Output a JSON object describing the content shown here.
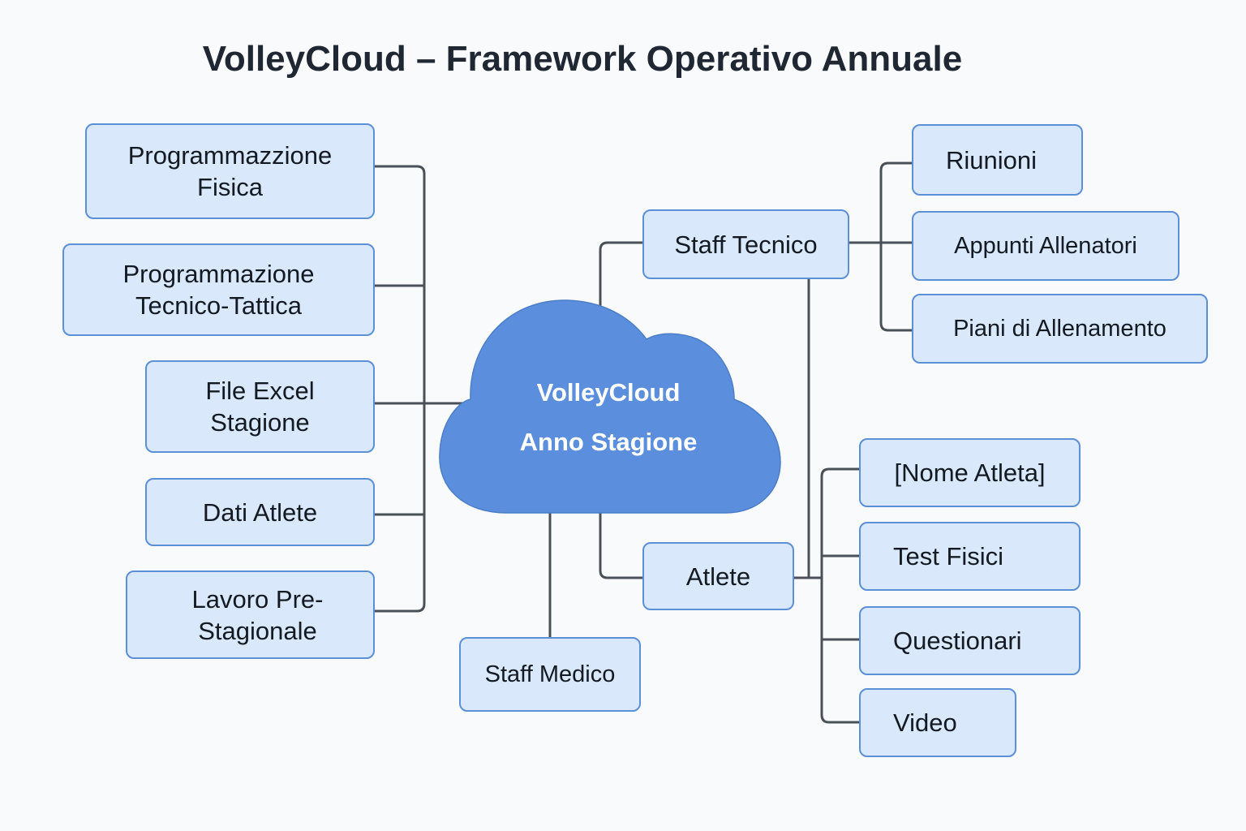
{
  "title": "VolleyCloud – Framework Operativo Annuale",
  "center": {
    "line1": "VolleyCloud",
    "line2": "Anno Stagione",
    "color": "#5b8fdd"
  },
  "left_nodes": [
    {
      "line1": "Programmazzione",
      "line2": "Fisica"
    },
    {
      "line1": "Programmazione",
      "line2": "Tecnico-Tattica"
    },
    {
      "line1": "File Excel",
      "line2": "Stagione"
    },
    {
      "line1": "Dati Atlete",
      "line2": ""
    },
    {
      "line1": "Lavoro Pre-",
      "line2": "Stagionale"
    }
  ],
  "staff_tecnico": {
    "label": "Staff Tecnico",
    "children": [
      "Riunioni",
      "Appunti Allenatori",
      "Piani di Allenamento"
    ]
  },
  "atlete": {
    "label": "Atlete",
    "children": [
      "[Nome Atleta]",
      "Test Fisici",
      "Questionari",
      "Video"
    ]
  },
  "staff_medico": {
    "label": "Staff Medico"
  },
  "colors": {
    "node_fill": "#d9e8fb",
    "node_border": "#5b8fd6",
    "connector": "#4a5058"
  }
}
